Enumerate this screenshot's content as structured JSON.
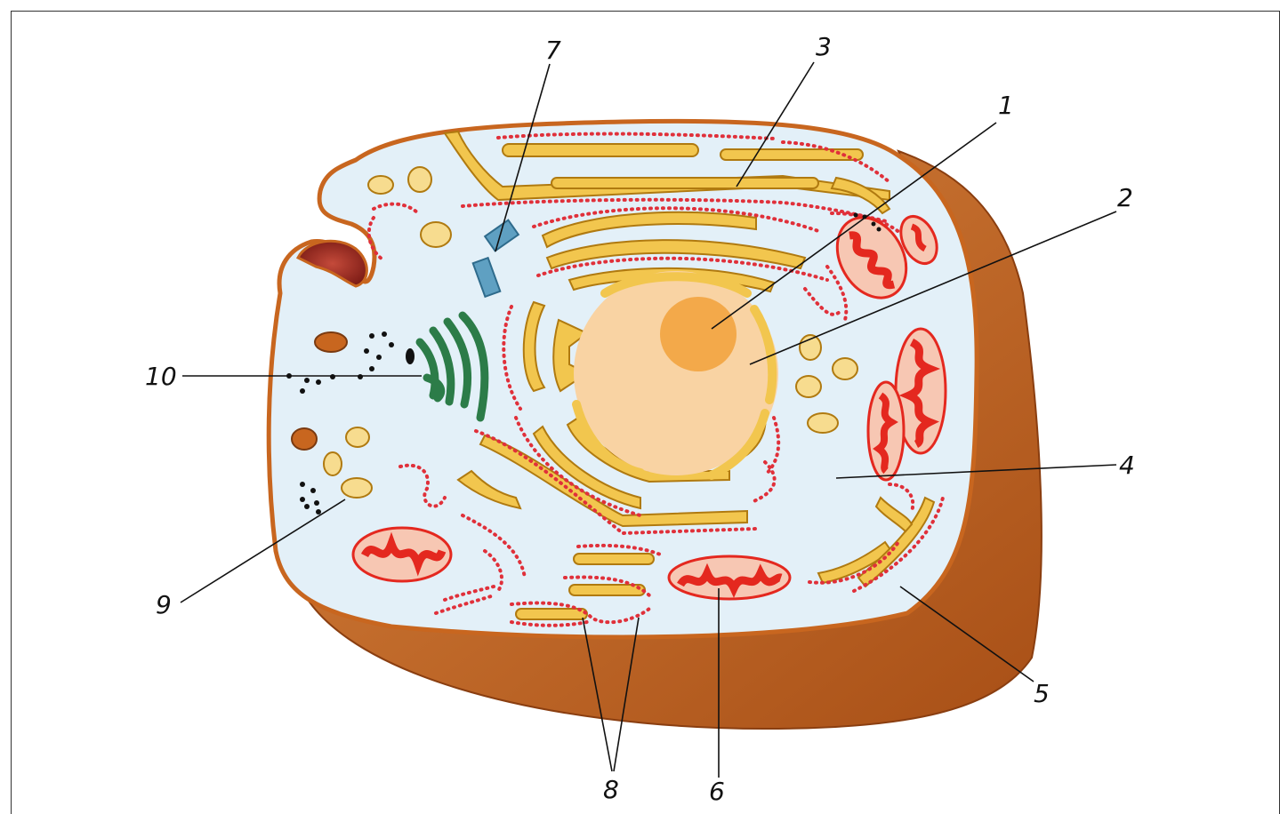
{
  "diagram": {
    "labels": {
      "l1": "1",
      "l2": "2",
      "l3": "3",
      "l4": "4",
      "l5": "5",
      "l6": "6",
      "l7": "7",
      "l8": "8",
      "l9": "9",
      "l10": "10"
    },
    "colors": {
      "membrane": "#c8661f",
      "wall_side": "#b95a1c",
      "cytoplasm": "#e3f0f8",
      "er": "#f2c64e",
      "ribosome": "#e0303a",
      "nucleus": "#f9d3a3",
      "nucleolus": "#f3a94a",
      "mitochondrion": "#e4281f",
      "golgi": "#2c7c48",
      "centriole": "#4a8fb0"
    }
  }
}
